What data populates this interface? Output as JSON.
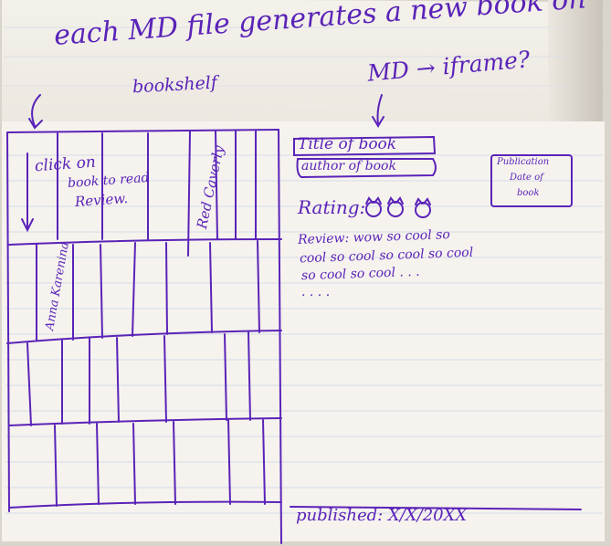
{
  "top_note": {
    "line1": "each MD file generates a new book on",
    "line2": "bookshelf",
    "md_iframe": "MD → iframe?"
  },
  "shelf": {
    "instruction_1": "click on",
    "instruction_2": "book to read",
    "instruction_3": "Review.",
    "spine_1": "Red Caverly",
    "spine_2": "Anna Karenina"
  },
  "detail": {
    "title_box": "Title of book",
    "author_box": "author of book",
    "publication_box_1": "Publication",
    "publication_box_2": "Date of",
    "publication_box_3": "book",
    "rating_label": "Rating:",
    "review_line_1": "Review: wow so cool so",
    "review_line_2": "cool so cool so cool so cool",
    "review_line_3": "so cool so cool . . .",
    "review_line_4": ". . . .",
    "published": "published: X/X/20XX"
  },
  "colors": {
    "ink": "#5a23b8",
    "paper": "#f6f3ee",
    "rule_lines": "#d4dbe6"
  }
}
